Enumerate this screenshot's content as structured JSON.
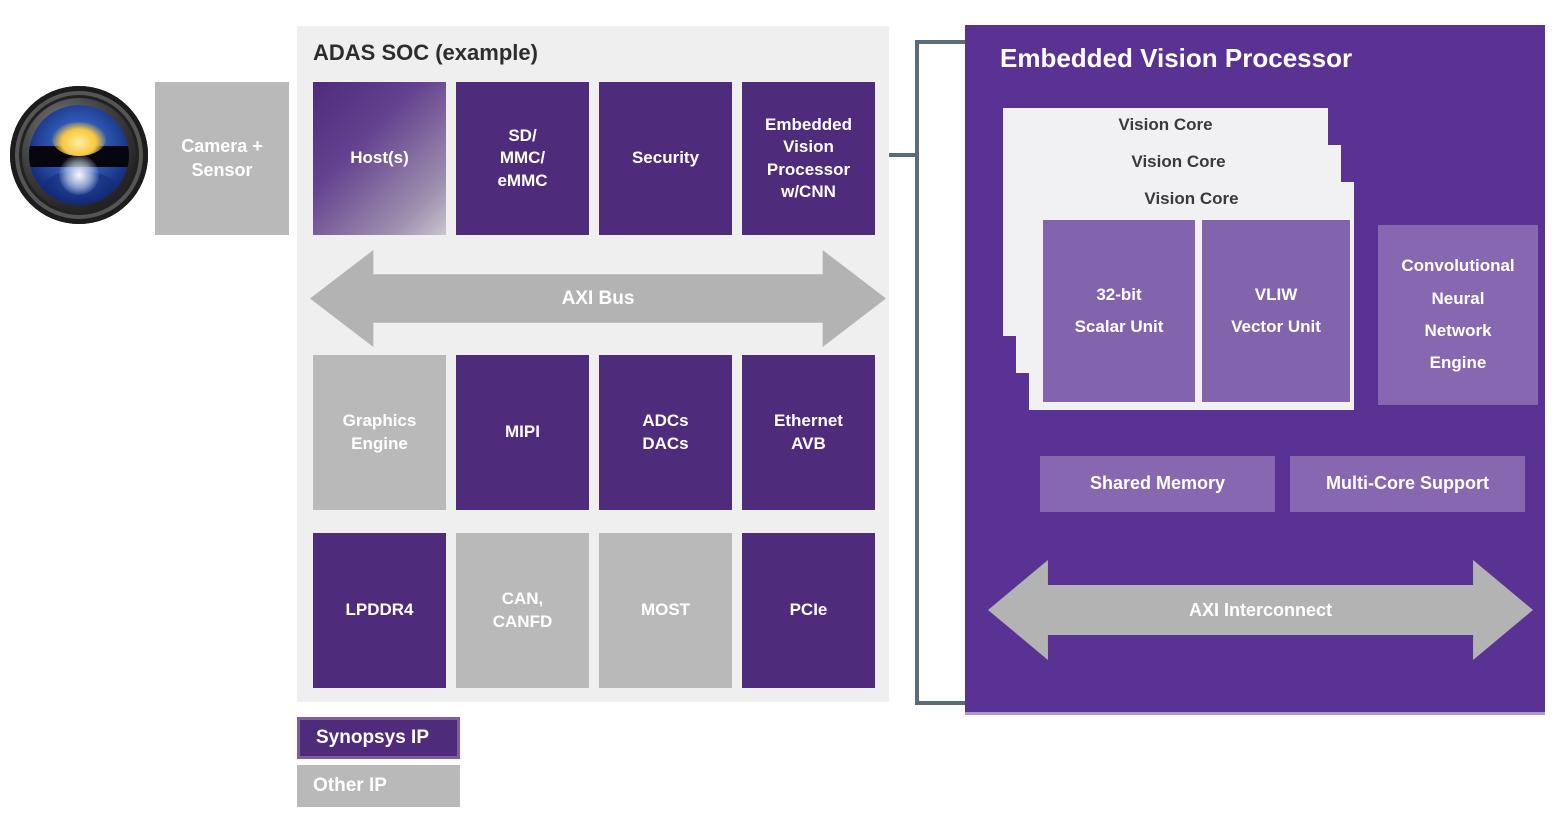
{
  "camera": {
    "label": "Camera +\nSensor",
    "lens_icon": "camera-lens"
  },
  "soc": {
    "title": "ADAS SOC (example)",
    "bus_label": "AXI Bus",
    "boxes": [
      {
        "label": "Host(s)",
        "type": "host-gradient"
      },
      {
        "label": "SD/\nMMC/\neMMC",
        "type": "synopsys"
      },
      {
        "label": "Security",
        "type": "synopsys"
      },
      {
        "label": "Embedded\nVision\nProcessor\nw/CNN",
        "type": "synopsys"
      },
      {
        "label": "Graphics\nEngine",
        "type": "other"
      },
      {
        "label": "MIPI",
        "type": "synopsys"
      },
      {
        "label": "ADCs\nDACs",
        "type": "synopsys"
      },
      {
        "label": "Ethernet\nAVB",
        "type": "synopsys"
      },
      {
        "label": "LPDDR4",
        "type": "synopsys"
      },
      {
        "label": "CAN,\nCANFD",
        "type": "other"
      },
      {
        "label": "MOST",
        "type": "other"
      },
      {
        "label": "PCIe",
        "type": "synopsys"
      }
    ]
  },
  "legend": {
    "synopsys_label": "Synopsys IP",
    "other_label": "Other IP"
  },
  "evp": {
    "title": "Embedded Vision Processor",
    "cores": [
      "Vision Core",
      "Vision Core",
      "Vision Core"
    ],
    "scalar_unit": "32-bit\nScalar Unit",
    "vector_unit": "VLIW\nVector Unit",
    "cnn_engine": "Convolutional\nNeural\nNetwork\nEngine",
    "shared_memory": "Shared Memory",
    "multicore_support": "Multi-Core Support",
    "interconnect_label": "AXI Interconnect"
  },
  "colors": {
    "synopsys_purple": "#4f2b7c",
    "panel_purple": "#5a3293",
    "unit_purple": "#8264ac",
    "light_purple": "#8767af",
    "gray_block": "#b9b9b9",
    "arrow_gray": "#b3b3b3",
    "soc_background": "#efeff0",
    "connector_slate": "#5c6b7a"
  }
}
